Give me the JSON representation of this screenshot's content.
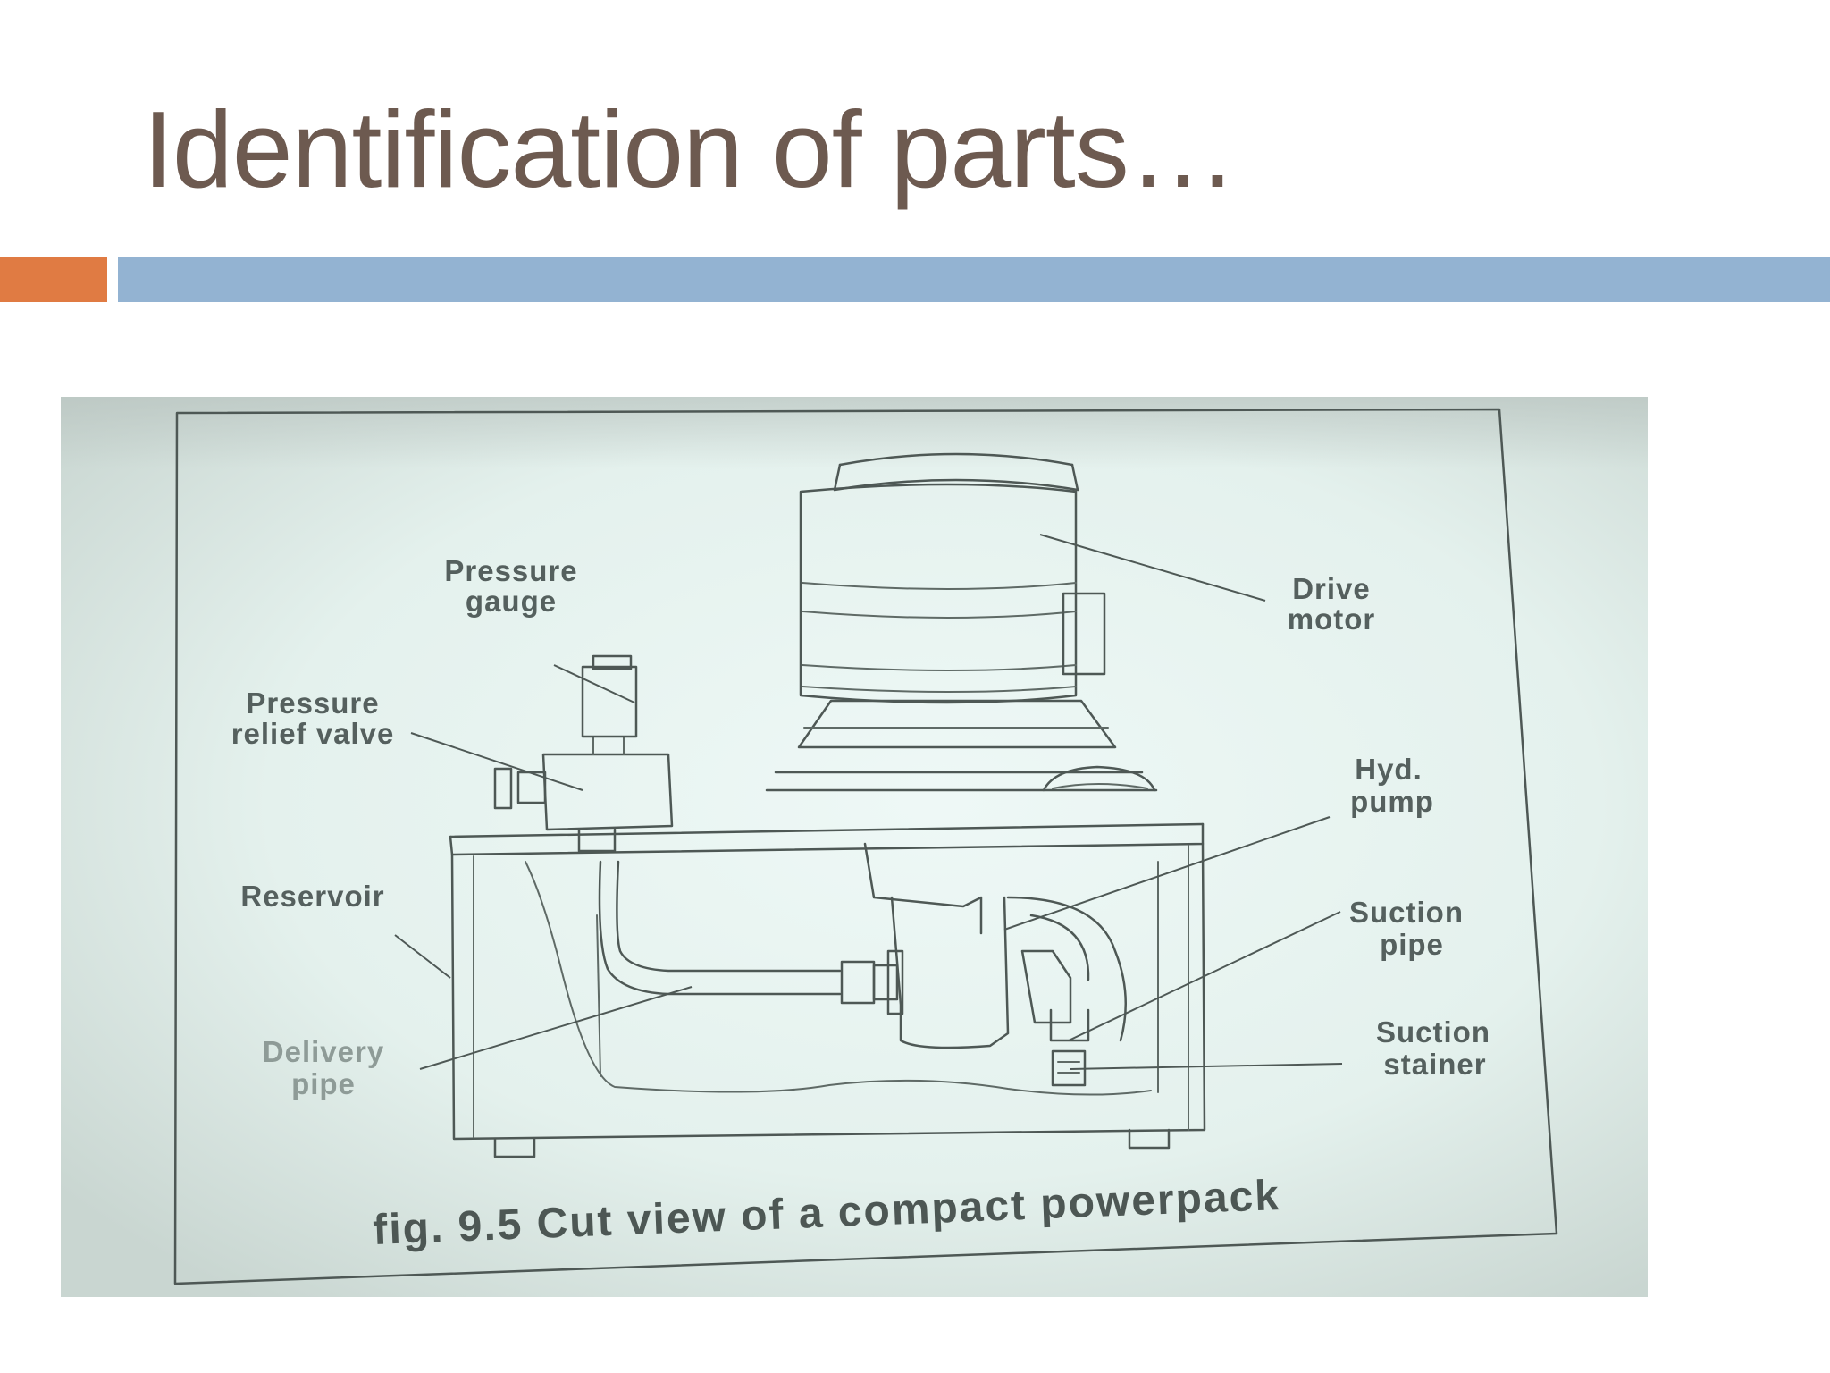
{
  "slide": {
    "title": "Identification of parts…"
  },
  "theme": {
    "title_color": "#6d5a50",
    "accent_orange": "#e07b43",
    "accent_blue": "#93b3d2"
  },
  "figure": {
    "caption": "fig. 9.5 Cut view of a compact  powerpack",
    "labels": {
      "pressure_gauge": [
        "Pressure",
        "gauge"
      ],
      "pressure_relief_valve": [
        "Pressure",
        "relief valve"
      ],
      "reservoir": [
        "Reservoir"
      ],
      "delivery_pipe": [
        "Delivery",
        "pipe"
      ],
      "drive_motor": [
        "Drive",
        "motor"
      ],
      "hyd_pump": [
        "Hyd.",
        "pump"
      ],
      "suction_pipe": [
        "Suction",
        "pipe"
      ],
      "suction_strainer": [
        "Suction",
        "stainer"
      ]
    }
  }
}
